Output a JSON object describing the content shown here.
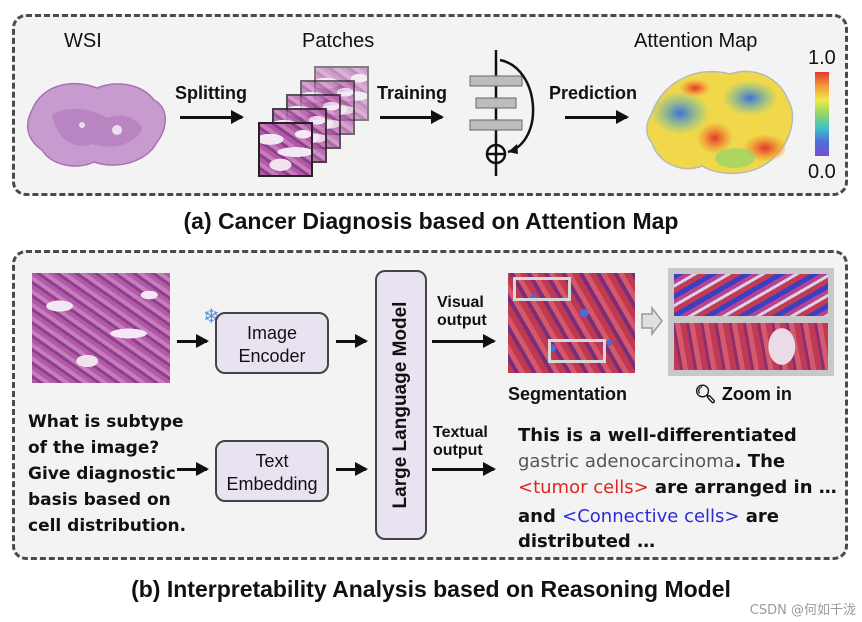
{
  "panel_a": {
    "labels": {
      "wsi": "WSI",
      "patches": "Patches",
      "attention_map": "Attention Map",
      "splitting": "Splitting",
      "training": "Training",
      "prediction": "Prediction",
      "scale_max": "1.0",
      "scale_min": "0.0"
    },
    "caption": "(a) Cancer Diagnosis based on Attention Map"
  },
  "panel_b": {
    "image_encoder": [
      "Image",
      "Encoder"
    ],
    "text_embedding": [
      "Text",
      "Embedding"
    ],
    "llm": "Large Language Model",
    "visual_output": [
      "Visual",
      "output"
    ],
    "textual_output": [
      "Textual",
      "output"
    ],
    "segmentation": "Segmentation",
    "zoom_in": "Zoom in",
    "question": [
      "What is subtype",
      "of the image?",
      "Give diagnostic",
      "basis based on",
      "cell distribution."
    ],
    "answer": {
      "l1": "This is a well-differentiated",
      "l2a": "gastric adenocarcinoma",
      "l2b": ". The",
      "l3a": "<tumor cells>",
      "l3b": " are arranged in  …",
      "l4a": "and ",
      "l4b": "<Connective cells>",
      "l4c": " are",
      "l5": "distributed …"
    },
    "caption": "(b) Interpretability Analysis based on Reasoning Model"
  },
  "watermark": "CSDN @何如千泷",
  "colors": {
    "tumor": "#e0241f",
    "connective": "#2b2bd6",
    "subtype": "#555555",
    "box_fill": "#e9e3f1"
  }
}
